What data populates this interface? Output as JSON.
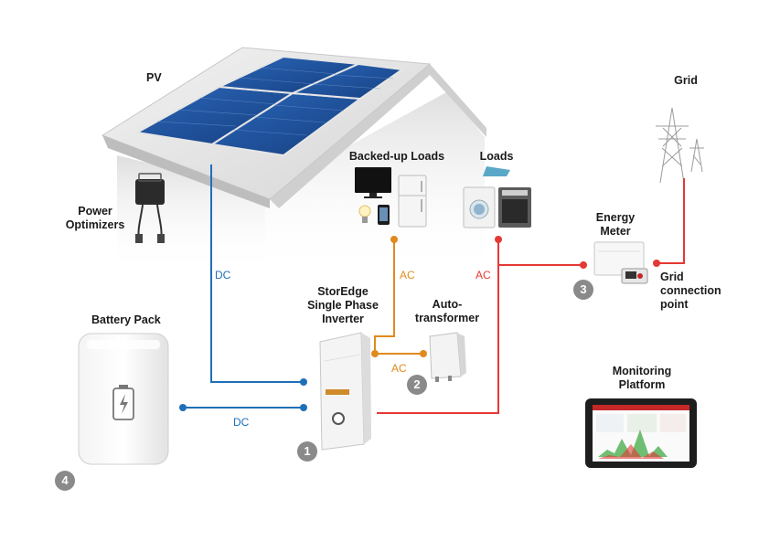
{
  "labels": {
    "pv": "PV",
    "power_optimizers_1": "Power",
    "power_optimizers_2": "Optimizers",
    "backed_up_loads": "Backed-up Loads",
    "loads": "Loads",
    "grid": "Grid",
    "energy_meter_1": "Energy",
    "energy_meter_2": "Meter",
    "grid_connection_1": "Grid",
    "grid_connection_2": "connection",
    "grid_connection_3": "point",
    "storedge_1": "StorEdge",
    "storedge_2": "Single Phase",
    "storedge_3": "Inverter",
    "autotransformer_1": "Auto-",
    "autotransformer_2": "transformer",
    "battery_pack": "Battery Pack",
    "monitoring_1": "Monitoring",
    "monitoring_2": "Platform"
  },
  "wires": {
    "dc_pv": "DC",
    "dc_battery": "DC",
    "ac_backed_up": "AC",
    "ac_loads": "AC",
    "ac_autotransformer": "AC"
  },
  "badges": {
    "inverter": "1",
    "autotransformer": "2",
    "energy_meter": "3",
    "battery": "4"
  },
  "colors": {
    "dc": "#1f6fb8",
    "ac_backup": "#e08a1e",
    "ac_grid": "#e53935",
    "badge": "#8a8a8a",
    "panel": "#1a4f9c"
  }
}
